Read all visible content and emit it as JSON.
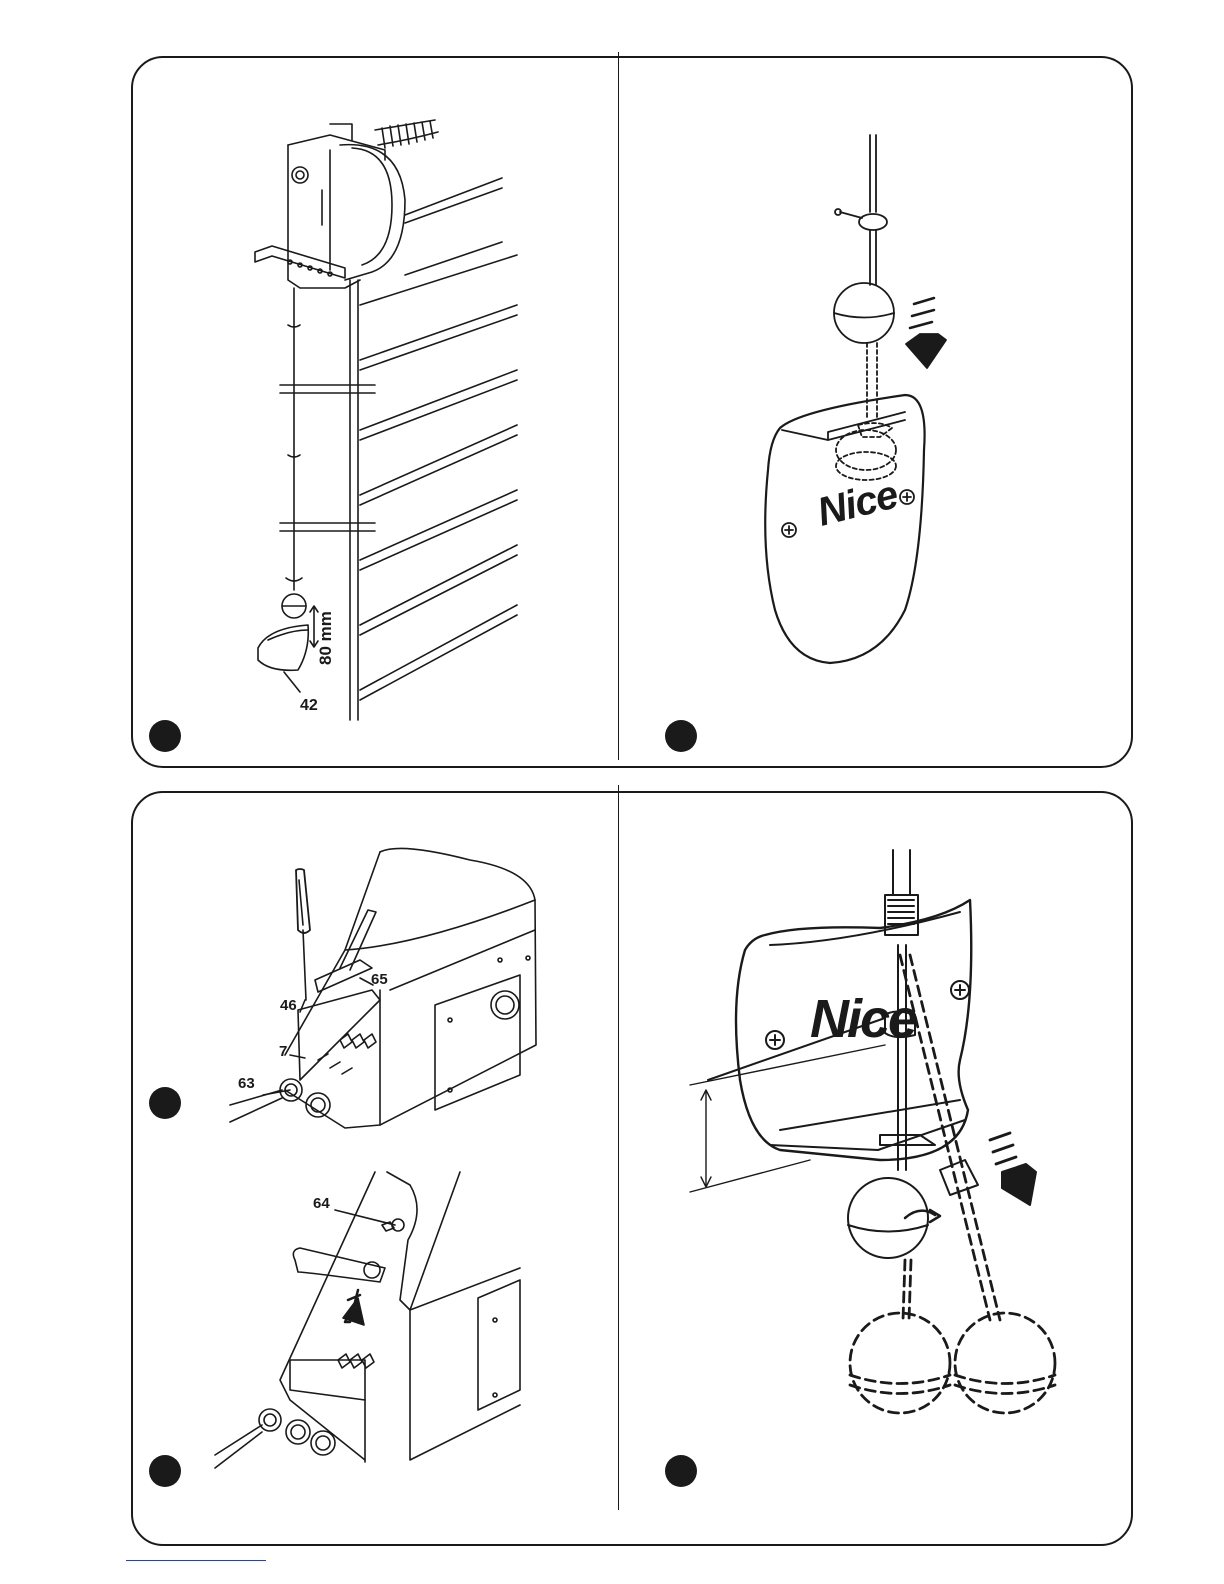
{
  "figures": [
    {
      "id": "fig-a",
      "callouts": [
        "42"
      ],
      "dimension": "80 mm"
    },
    {
      "id": "fig-b",
      "logo_text": "Nice"
    },
    {
      "id": "fig-c",
      "callouts": [
        "65",
        "46",
        "7",
        "63",
        "64"
      ]
    },
    {
      "id": "fig-d",
      "logo_text": "Nice"
    }
  ],
  "colors": {
    "ink": "#1a1a1a",
    "background": "#ffffff",
    "footer_line": "#2b3fb0"
  }
}
